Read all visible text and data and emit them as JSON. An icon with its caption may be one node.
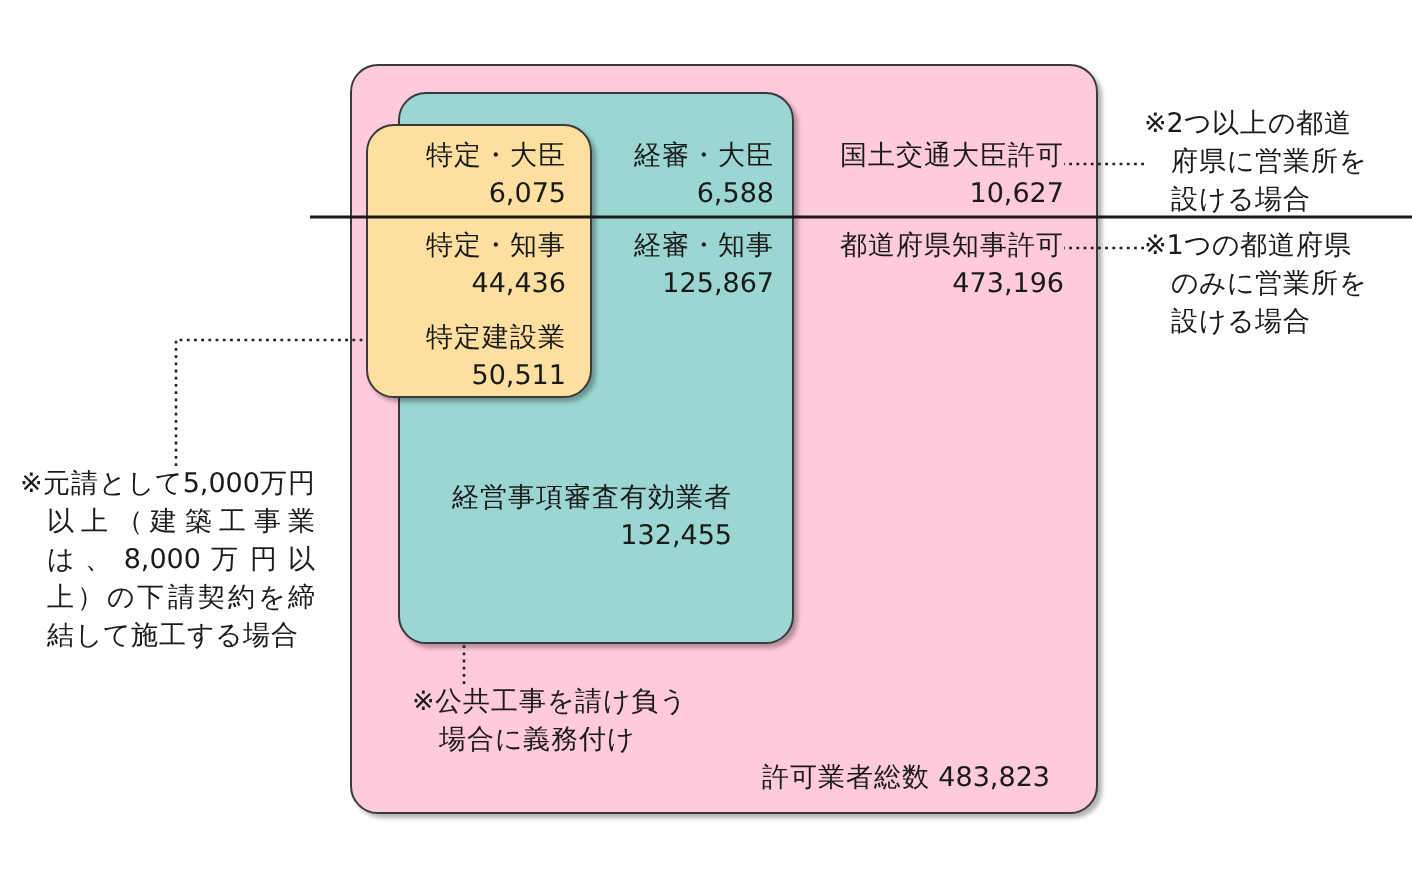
{
  "diagram": {
    "nodes": [
      {
        "text": [
          "許可業者総数 483,823"
        ]
      },
      {
        "text": [
          "経営事項審査有効業者",
          "132,455"
        ],
        "in": 0
      },
      {
        "text": [
          "特定建設業",
          "50,511"
        ],
        "in": 0
      },
      {
        "text": [
          "国土交通大臣許可",
          "10,627"
        ],
        "in": 0
      },
      {
        "text": [
          "※2つ以上の都道府県に営業所を設ける場合"
        ]
      },
      {
        "text": [
          "都道府県知事許可",
          "473,196"
        ],
        "in": 0
      },
      {
        "text": [
          "※1つの都道府県のみに営業所を設ける場合"
        ]
      },
      {
        "text": [
          "※元請として5,000万円以上（建築工事業は、8,000万円以上）の下請契約を締結して施工する場合"
        ]
      },
      {
        "text": [
          "※公共工事を請け負う場合に義務付け"
        ],
        "in": 0
      }
    ],
    "edges": [
      {
        "from": 4,
        "to": 3,
        "arrow": "none",
        "style": "dashed"
      },
      {
        "from": 6,
        "to": 5,
        "arrow": "none",
        "style": "dashed"
      },
      {
        "from": 7,
        "to": 2,
        "arrow": "none",
        "style": "dashed"
      },
      {
        "from": 8,
        "to": 1,
        "arrow": "none",
        "style": "dashed"
      }
    ],
    "labels": [
      "特定・大臣",
      "6,075",
      "経審・大臣",
      "6,588",
      "特定・知事",
      "44,436",
      "経審・知事",
      "125,867"
    ]
  }
}
